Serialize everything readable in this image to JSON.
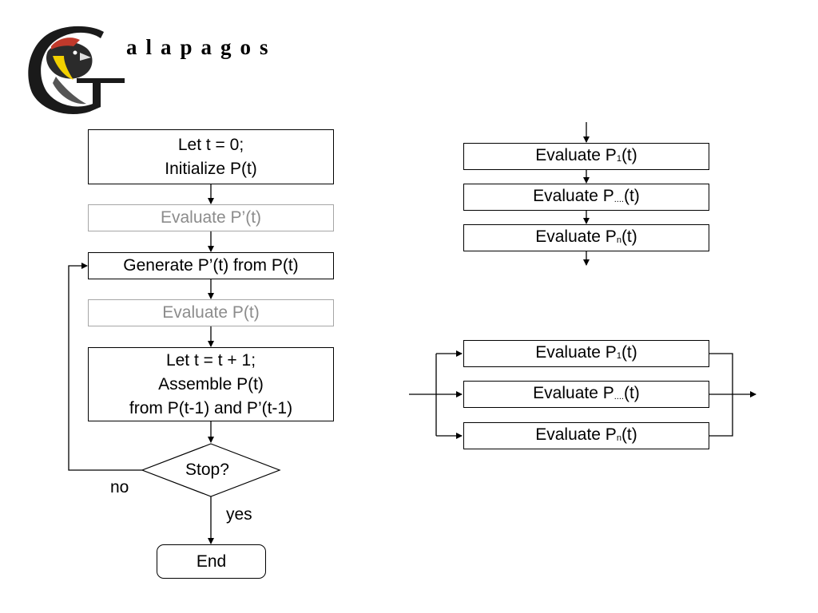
{
  "logo": {
    "wordmark": "alapagos"
  },
  "flowchart": {
    "init": [
      "Let t = 0;",
      "Initialize P(t)"
    ],
    "evaluate_p_prime": "Evaluate P’(t)",
    "generate": "Generate P’(t) from P(t)",
    "evaluate_p": "Evaluate P(t)",
    "assemble": [
      "Let t = t + 1;",
      "Assemble P(t)",
      "from P(t-1) and P’(t-1)"
    ],
    "decision": "Stop?",
    "no_label": "no",
    "yes_label": "yes",
    "end": "End"
  },
  "sequential": {
    "boxes": [
      {
        "prefix": "Evaluate P",
        "sub": "1",
        "suffix": "(t)"
      },
      {
        "prefix": "Evaluate P",
        "sub": "....",
        "suffix": "(t)"
      },
      {
        "prefix": "Evaluate P",
        "sub": "n",
        "suffix": "(t)"
      }
    ]
  },
  "parallel": {
    "boxes": [
      {
        "prefix": "Evaluate P",
        "sub": "1",
        "suffix": "(t)"
      },
      {
        "prefix": "Evaluate P",
        "sub": "....",
        "suffix": "(t)"
      },
      {
        "prefix": "Evaluate P",
        "sub": "n",
        "suffix": "(t)"
      }
    ]
  },
  "colors": {
    "grey_border": "#a6a6a6",
    "grey_text": "#8c8c8c",
    "logo_yellow": "#f2d000",
    "logo_red": "#c0392b"
  }
}
